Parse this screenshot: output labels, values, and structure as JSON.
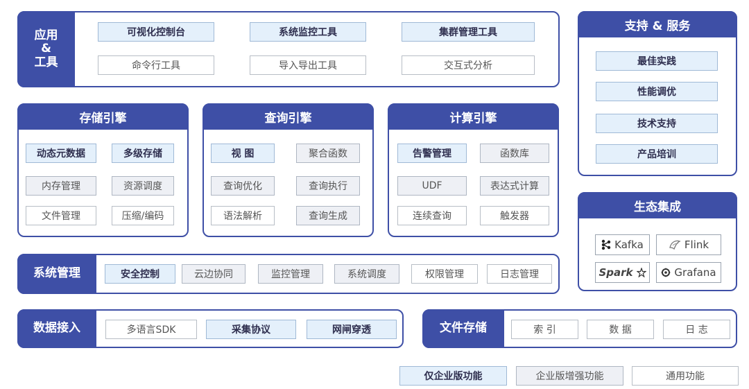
{
  "apps_tools": {
    "title_line1": "应用",
    "title_line2": "&",
    "title_line3": "工具",
    "items": [
      "可视化控制台",
      "系统监控工具",
      "集群管理工具",
      "命令行工具",
      "导入导出工具",
      "交互式分析"
    ]
  },
  "support": {
    "title": "支持 & 服务",
    "items": [
      "最佳实践",
      "性能调优",
      "技术支持",
      "产品培训"
    ]
  },
  "storage_engine": {
    "title": "存储引擎",
    "items": [
      "动态元数据",
      "多级存储",
      "内存管理",
      "资源调度",
      "文件管理",
      "压缩/编码"
    ]
  },
  "query_engine": {
    "title": "查询引擎",
    "items": [
      "视  图",
      "聚合函数",
      "查询优化",
      "查询执行",
      "语法解析",
      "查询生成"
    ]
  },
  "compute_engine": {
    "title": "计算引擎",
    "items": [
      "告警管理",
      "函数库",
      "UDF",
      "表达式计算",
      "连续查询",
      "触发器"
    ]
  },
  "ecosystem": {
    "title": "生态集成",
    "items": [
      "Kafka",
      "Flink",
      "Spark",
      "Grafana"
    ]
  },
  "system_mgmt": {
    "title": "系统管理",
    "items": [
      "安全控制",
      "云边协同",
      "监控管理",
      "系统调度",
      "权限管理",
      "日志管理"
    ]
  },
  "data_access": {
    "title": "数据接入",
    "items": [
      "多语言SDK",
      "采集协议",
      "网闸穿透"
    ]
  },
  "file_storage": {
    "title": "文件存储",
    "items": [
      "索 引",
      "数 据",
      "日 志"
    ]
  },
  "legend": {
    "items": [
      "仅企业版功能",
      "企业版增强功能",
      "通用功能"
    ]
  },
  "colors": {
    "primary": "#3e4fa6",
    "enterprise_only": "#e4f0fb",
    "enterprise_enhanced": "#eef0f5",
    "general": "#ffffff"
  }
}
